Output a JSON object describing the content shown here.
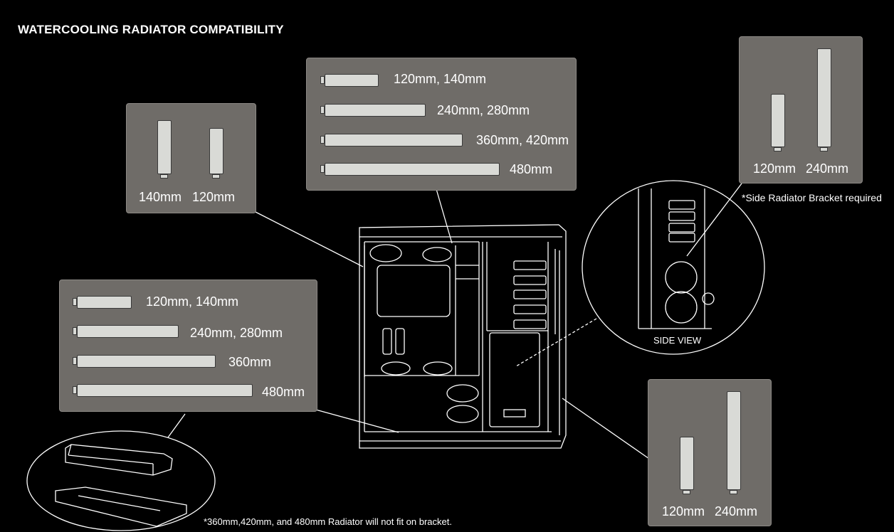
{
  "title": "WATERCOOLING RADIATOR COMPATIBILITY",
  "top_panel": {
    "labels": [
      "120mm, 140mm",
      "240mm, 280mm",
      "360mm, 420mm",
      "480mm"
    ]
  },
  "left_top_panel": {
    "labels": [
      "140mm",
      "120mm"
    ]
  },
  "left_bottom_panel": {
    "labels": [
      "120mm, 140mm",
      "240mm, 280mm",
      "360mm",
      "480mm"
    ]
  },
  "right_top_panel": {
    "labels": [
      "120mm",
      "240mm"
    ],
    "note": "*Side Radiator Bracket required"
  },
  "right_bottom_panel": {
    "labels": [
      "120mm",
      "240mm"
    ]
  },
  "side_view_label": "SIDE VIEW",
  "bracket_note": "*360mm,420mm, and 480mm Radiator will not fit on bracket.",
  "colors": {
    "background": "#000000",
    "panel": "#6f6c68",
    "radiator": "#d9dad6"
  }
}
